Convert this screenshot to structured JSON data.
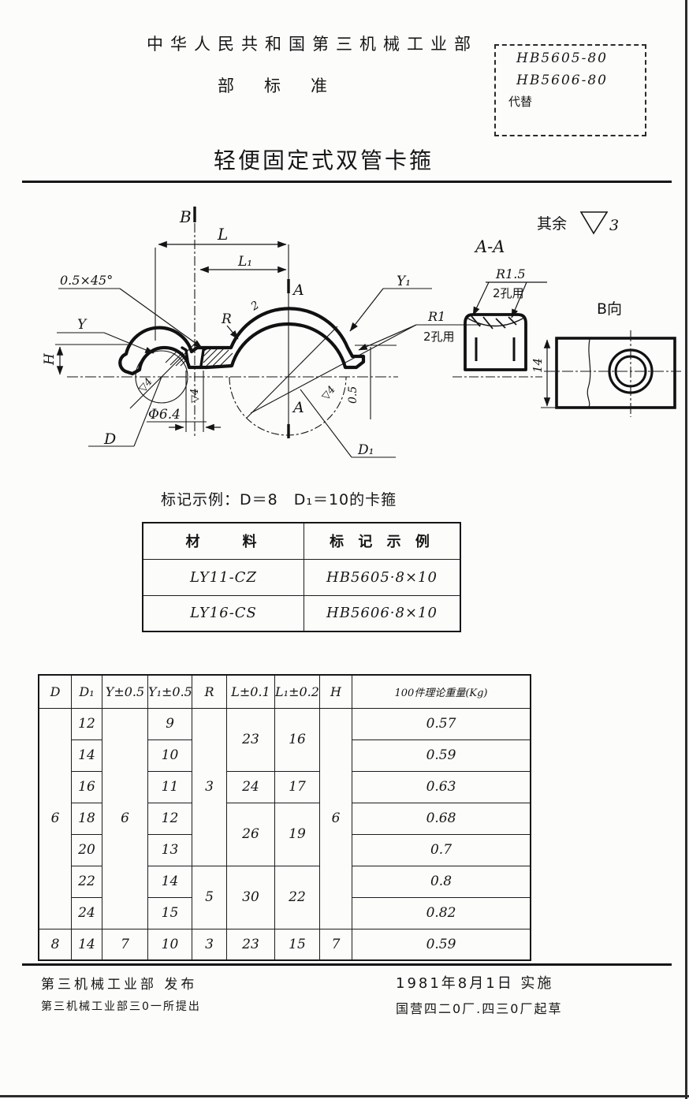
{
  "header": {
    "issuer": "中华人民共和国第三机械工业部",
    "standard_type": "部标准",
    "code1": "HB5605-80",
    "code2": "HB5606-80",
    "supersedes": "代替",
    "title": "轻便固定式双管卡箍"
  },
  "drawing": {
    "rest_note": "其余",
    "rest_grade": "3",
    "section_label": "A-A",
    "view_b_label": "B向",
    "dims": {
      "b": "B",
      "l": "L",
      "l1": "L₁",
      "a_top": "A",
      "a_bottom": "A",
      "chamfer": "0.5×45°",
      "y": "Y",
      "y1": "Y₁",
      "h": "H",
      "r": "R",
      "r1": "R1",
      "r1_note": "2孔用",
      "r15": "R1.5",
      "r15_note": "2孔用",
      "d": "D",
      "d1": "D₁",
      "hole_dia": "Φ6.4",
      "finish4": "▽4",
      "end_height": "0.5",
      "thickness": "2",
      "b_view_height": "14"
    }
  },
  "marking_example": "标记示例：D＝8　D₁＝10的卡箍",
  "material_table": {
    "col1_header": "材　　料",
    "col2_header": "标 记 示 例",
    "rows": [
      {
        "material": "LY11-CZ",
        "marking": "HB5605·8×10"
      },
      {
        "material": "LY16-CS",
        "marking": "HB5606·8×10"
      }
    ]
  },
  "data_table": {
    "headers": [
      "D",
      "D₁",
      "Y±0.5",
      "Y₁±0.5",
      "R",
      "L±0.1",
      "L₁±0.2",
      "H",
      "100件理论重量(Kg)"
    ],
    "rows": [
      [
        "6",
        "12",
        "6",
        "9",
        "3",
        "23",
        "16",
        "6",
        "0.57"
      ],
      [
        "14",
        "10",
        "0.59"
      ],
      [
        "16",
        "11",
        "24",
        "17",
        "0.63"
      ],
      [
        "18",
        "12",
        "26",
        "19",
        "0.68"
      ],
      [
        "20",
        "13",
        "0.7"
      ],
      [
        "22",
        "14",
        "5",
        "30",
        "22",
        "0.8"
      ],
      [
        "24",
        "15",
        "0.82"
      ],
      [
        "8",
        "14",
        "7",
        "10",
        "3",
        "23",
        "15",
        "7",
        "0.59"
      ]
    ]
  },
  "footer": {
    "issued_by": "第三机械工业部 发布",
    "proposed_by": "第三机械工业部三0一所提出",
    "effective": "1981年8月1日 实施",
    "drafted_by": "国营四二0厂.四三0厂起草"
  }
}
